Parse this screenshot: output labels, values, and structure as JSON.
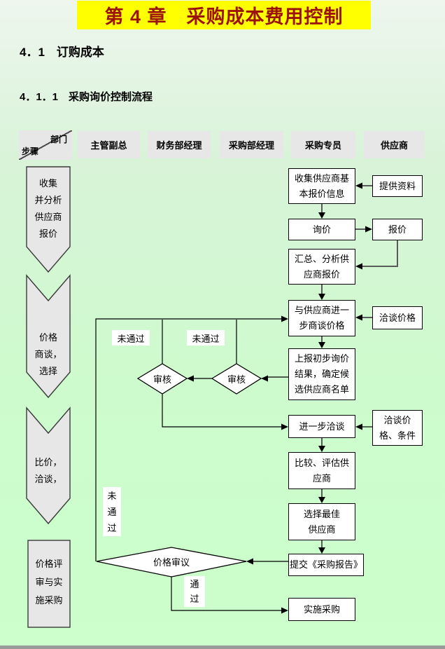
{
  "title": {
    "text": "第 4 章　采购成本费用控制",
    "bg_color": "#ffff00",
    "text_color": "#9b1208"
  },
  "headings": {
    "section": "4．1　订购成本",
    "subsection": "4．1．1　采购询价控制流程"
  },
  "matrix_header": {
    "corner": {
      "top_right": "部门",
      "bottom_left": "步骤"
    },
    "columns": [
      "主管副总",
      "财务部经理",
      "采购部经理",
      "采购专员",
      "供应商"
    ]
  },
  "step_column": {
    "step1": "收集\n并分析\n供应商\n报价",
    "step2": "价格\n商谈，\n选择",
    "step3": "比价，\n洽谈，",
    "step4": "价格评\n审与实\n施采购"
  },
  "flow_boxes": {
    "collect_info": "收集供应商基\n本报价信息",
    "inquiry": "询价",
    "summarize": "汇总、分析供\n应商报价",
    "negotiate_further_price": "与供应商进一\n步商谈价格",
    "report_results": "上报初步询价\n结果，确定候\n选供应商名单",
    "further_negotiation": "进一步洽谈",
    "compare_evaluate": "比较、评估供\n应商",
    "select_best": "选择最佳\n供应商",
    "submit_report": "提交《采购报告》",
    "implement": "实施采购"
  },
  "supplier_boxes": {
    "provide_material": "提供资料",
    "quote": "报价",
    "discuss_price": "洽谈价格",
    "discuss_price_terms": "洽谈价\n格、条件"
  },
  "decisions": {
    "review_left": "审核",
    "review_right": "审核",
    "price_review": "价格审议"
  },
  "branch_labels": {
    "fail_left": "未通过",
    "fail_right": "未通过",
    "fail_vertical": "未\n通\n过",
    "pass_vertical": "通\n过"
  },
  "colors": {
    "page_bg": "#ccffcc",
    "shape_fill": "#e7e7e7",
    "box_fill": "#ffffff",
    "connector_gray": "#5a5a5a",
    "line_black": "#000000"
  }
}
